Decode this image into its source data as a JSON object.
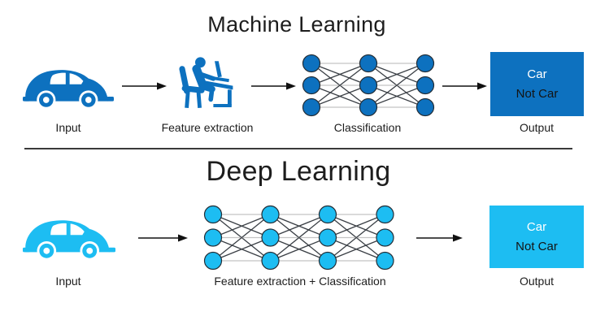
{
  "colors": {
    "background": "#ffffff",
    "ml_blue": "#0d71bf",
    "dl_cyan": "#1dbdf2",
    "node_stroke": "#232d36",
    "link_dark": "#3a3f45",
    "link_light": "#c4c4c4",
    "arrow_black": "#111111",
    "text_dark": "#1d1d1d",
    "output_text_light": "#ffffff",
    "output_text_dark": "#141414",
    "divider": "#3a3a3a"
  },
  "icons": {
    "input": "car-icon",
    "feature_extraction": "person-at-desk-icon",
    "flow": "right-arrow-icon",
    "network": "neural-network"
  },
  "ml": {
    "title": "Machine Learning",
    "input_label": "Input",
    "feature_label": "Feature extraction",
    "classification_label": "Classification",
    "output_label": "Output",
    "network": {
      "columns": 3,
      "rows": 3
    },
    "output_box": {
      "line1": "Car",
      "line2": "Not Car"
    }
  },
  "dl": {
    "title": "Deep Learning",
    "input_label": "Input",
    "network_label": "Feature extraction + Classification",
    "output_label": "Output",
    "network": {
      "columns": 4,
      "rows": 3
    },
    "output_box": {
      "line1": "Car",
      "line2": "Not Car"
    }
  }
}
